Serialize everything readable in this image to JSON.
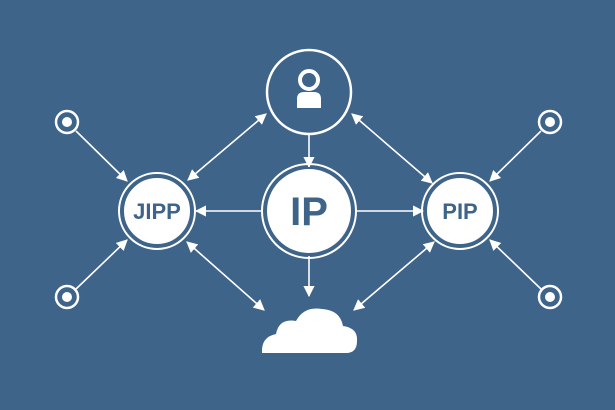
{
  "colors": {
    "background": "#3e6489",
    "line": "#ffffff",
    "node_fill": "#ffffff",
    "label": "#3e6489"
  },
  "nodes": {
    "top": {
      "icon": "person-icon"
    },
    "center": {
      "label": "IP"
    },
    "left": {
      "label": "JIPP"
    },
    "right": {
      "label": "PIP"
    },
    "bottom": {
      "icon": "cloud-icon"
    },
    "endpoints": [
      {
        "icon": "endpoint-ring-icon"
      },
      {
        "icon": "endpoint-ring-icon"
      },
      {
        "icon": "endpoint-ring-icon"
      },
      {
        "icon": "endpoint-ring-icon"
      }
    ]
  }
}
